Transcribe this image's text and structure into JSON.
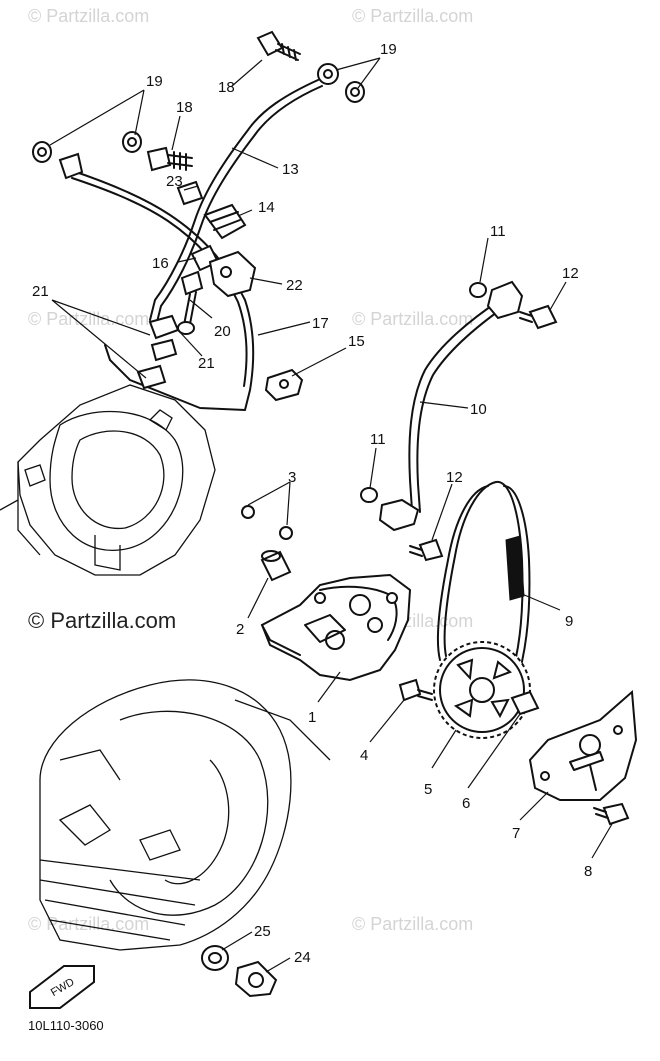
{
  "watermark": {
    "short": "© Partzilla.com",
    "main": "© Partzilla.com"
  },
  "diagram_code": "10L110-3060",
  "fwd_label": "FWD",
  "labels": {
    "p1": "1",
    "p2": "2",
    "p3": "3",
    "p4": "4",
    "p5": "5",
    "p6": "6",
    "p7": "7",
    "p8": "8",
    "p9": "9",
    "p10": "10",
    "p11a": "11",
    "p11b": "11",
    "p12a": "12",
    "p12b": "12",
    "p13": "13",
    "p14": "14",
    "p15": "15",
    "p16": "16",
    "p17": "17",
    "p18a": "18",
    "p18b": "18",
    "p19a": "19",
    "p19b": "19",
    "p20": "20",
    "p21a": "21",
    "p21b": "21",
    "p22": "22",
    "p23": "23",
    "p24": "24",
    "p25": "25"
  }
}
